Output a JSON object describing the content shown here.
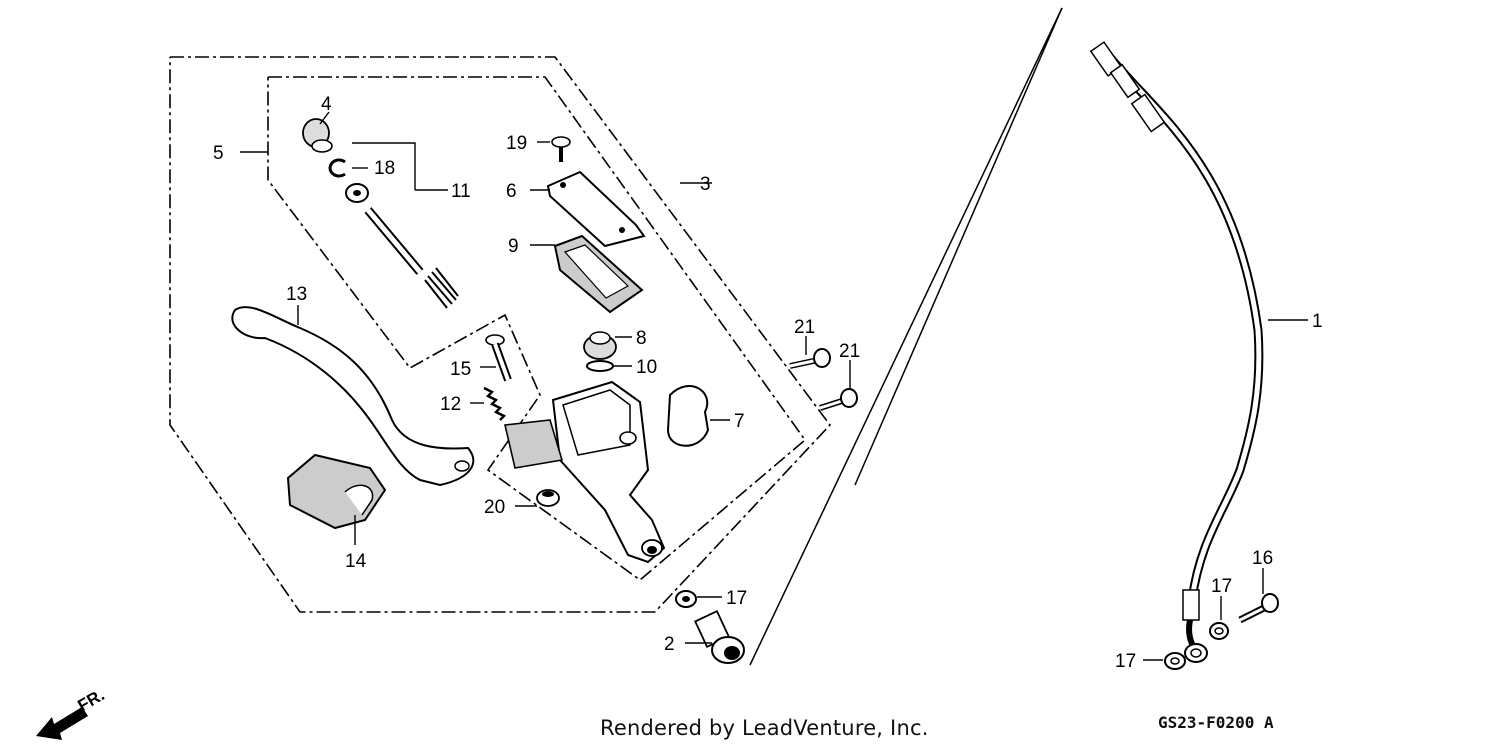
{
  "diagram": {
    "callouts": [
      "1",
      "2",
      "3",
      "4",
      "5",
      "6",
      "7",
      "8",
      "9",
      "10",
      "11",
      "12",
      "13",
      "14",
      "15",
      "16",
      "17",
      "18",
      "19",
      "20",
      "21"
    ],
    "front_indicator": "FR.",
    "credit": "Rendered by LeadVenture, Inc.",
    "diagram_code": "GS23-F0200 A"
  }
}
